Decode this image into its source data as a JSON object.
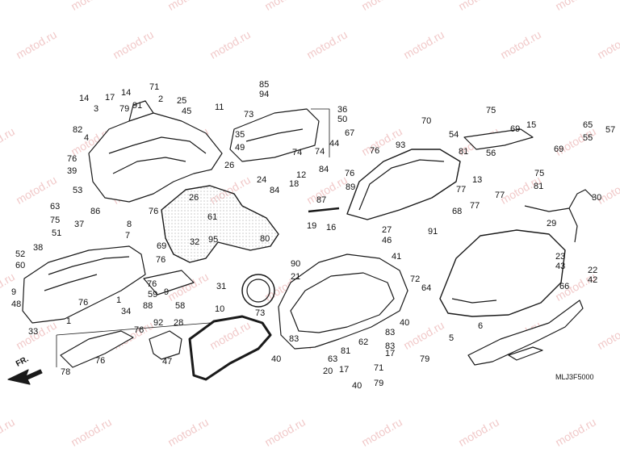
{
  "diagram": {
    "code": "MLJ3F5000",
    "direction_label": "FR.",
    "watermark": "motod.ru",
    "line_color": "#1a1a1a",
    "watermark_color": "#f1c9c9",
    "callouts": [
      "65",
      "57",
      "55",
      "15",
      "69",
      "54",
      "56",
      "69",
      "75",
      "81",
      "75",
      "13",
      "77",
      "77",
      "77",
      "81",
      "70",
      "93",
      "76",
      "76",
      "85",
      "94",
      "73",
      "36",
      "50",
      "35",
      "49",
      "67",
      "44",
      "74",
      "74",
      "84",
      "12",
      "24",
      "84",
      "18",
      "89",
      "87",
      "19",
      "16",
      "27",
      "46",
      "68",
      "91",
      "29",
      "30",
      "23",
      "43",
      "22",
      "42",
      "66",
      "64",
      "72",
      "40",
      "83",
      "83",
      "17",
      "79",
      "71",
      "17",
      "79",
      "40",
      "62",
      "63",
      "83",
      "40",
      "81",
      "20",
      "41",
      "90",
      "21",
      "31",
      "73",
      "10",
      "11",
      "26",
      "76",
      "26",
      "61",
      "32",
      "95",
      "80",
      "3",
      "4",
      "14",
      "82",
      "17",
      "79",
      "14",
      "71",
      "91",
      "2",
      "25",
      "45",
      "76",
      "39",
      "53",
      "63",
      "75",
      "86",
      "8",
      "37",
      "51",
      "38",
      "52",
      "60",
      "9",
      "48",
      "7",
      "69",
      "76",
      "76",
      "59",
      "9",
      "88",
      "58",
      "76",
      "1",
      "34",
      "1",
      "33",
      "76",
      "76",
      "78",
      "92",
      "28",
      "47",
      "5",
      "6"
    ]
  }
}
